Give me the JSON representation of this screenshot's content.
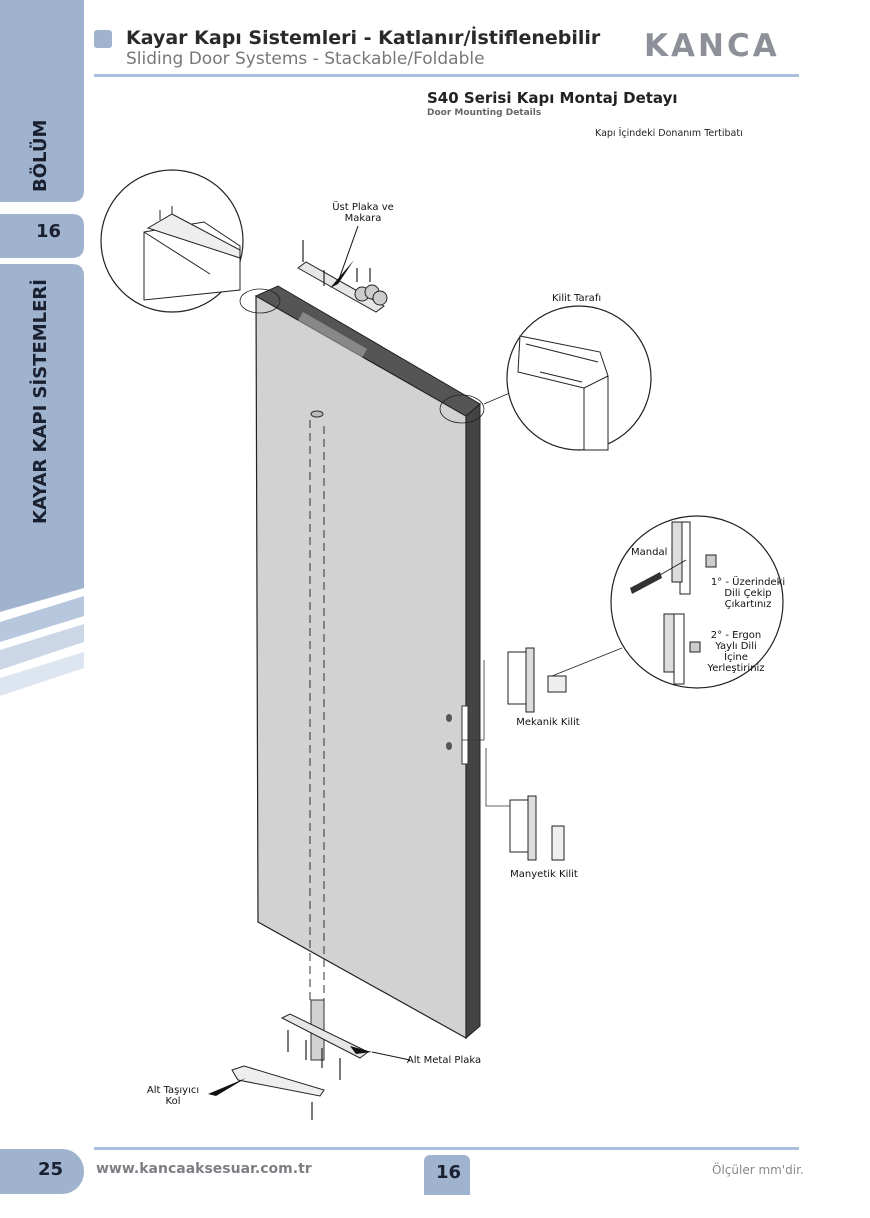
{
  "header": {
    "title": "Kayar Kapı Sistemleri - Katlanır/İstiflenebilir",
    "subtitle": "Sliding Door Systems - Stackable/Foldable",
    "logo": "KANCA"
  },
  "sidebar": {
    "section_label": "BÖLÜM",
    "section_number": "16",
    "category": "KAYAR KAPI SİSTEMLERİ"
  },
  "section": {
    "title": "S40 Serisi Kapı Montaj Detayı",
    "subtitle": "Door Mounting Details",
    "note": "Kapı İçindeki Donanım Tertibatı"
  },
  "callouts": {
    "top_plate_line1": "Üst Plaka ve",
    "top_plate_line2": "Makara",
    "lock_side": "Kilit Tarafı",
    "latch": "Mandal",
    "step1_line1": "1° - Üzerindeki",
    "step1_line2": "Dili Çekip",
    "step1_line3": "Çıkartınız",
    "step2_line1": "2° - Ergon",
    "step2_line2": "Yaylı Dili",
    "step2_line3": "İçine",
    "step2_line4": "Yerleştiriniz",
    "mechanical_lock": "Mekanik Kilit",
    "magnetic_lock": "Manyetik Kilit",
    "bottom_plate": "Alt Metal Plaka",
    "carrier_arm_line1": "Alt Taşıyıcı",
    "carrier_arm_line2": "Kol"
  },
  "footer": {
    "page_left": "25",
    "url": "www.kancaaksesuar.com.tr",
    "page_mid": "16",
    "measure_note": "Ölçüler mm'dir."
  },
  "colors": {
    "accent": "#9fb3cf",
    "accent_line": "#a9bfdc",
    "dark_text": "#1b2030",
    "door_face": "#d2d2d2",
    "door_edge": "#4a4a4a"
  }
}
